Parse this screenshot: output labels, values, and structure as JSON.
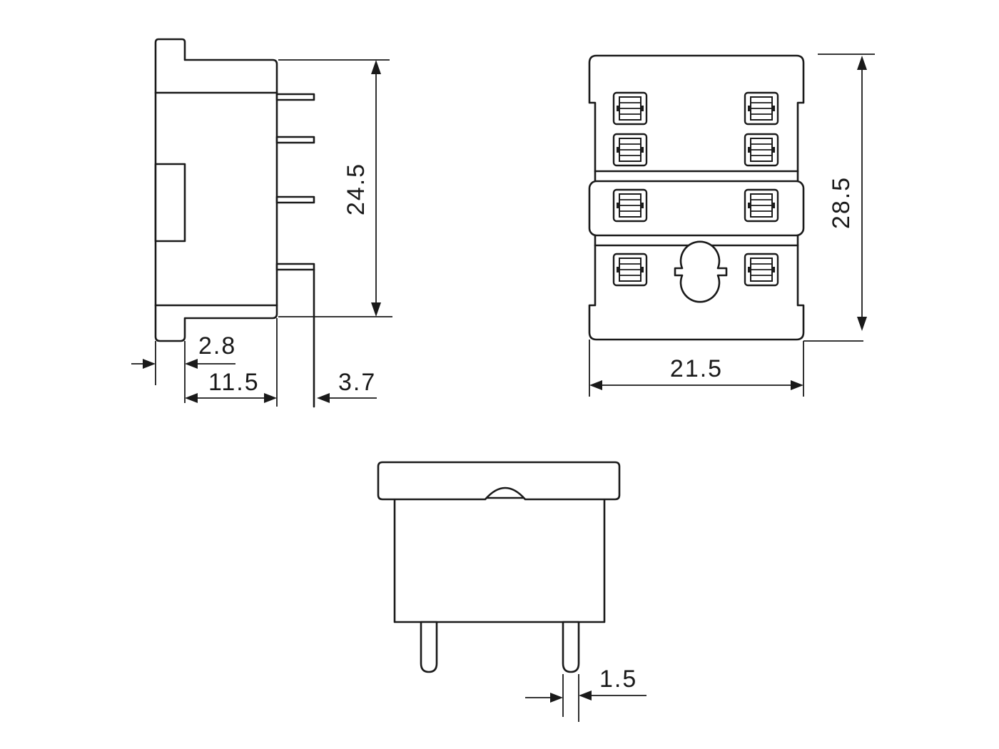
{
  "dimensions": {
    "side_height": "24.5",
    "flange": "2.8",
    "side_width": "11.5",
    "pin_length": "3.7",
    "top_height": "28.5",
    "top_width": "21.5",
    "pin_diameter": "1.5"
  },
  "colors": {
    "line": "#1a1a1a",
    "background": "#ffffff"
  }
}
